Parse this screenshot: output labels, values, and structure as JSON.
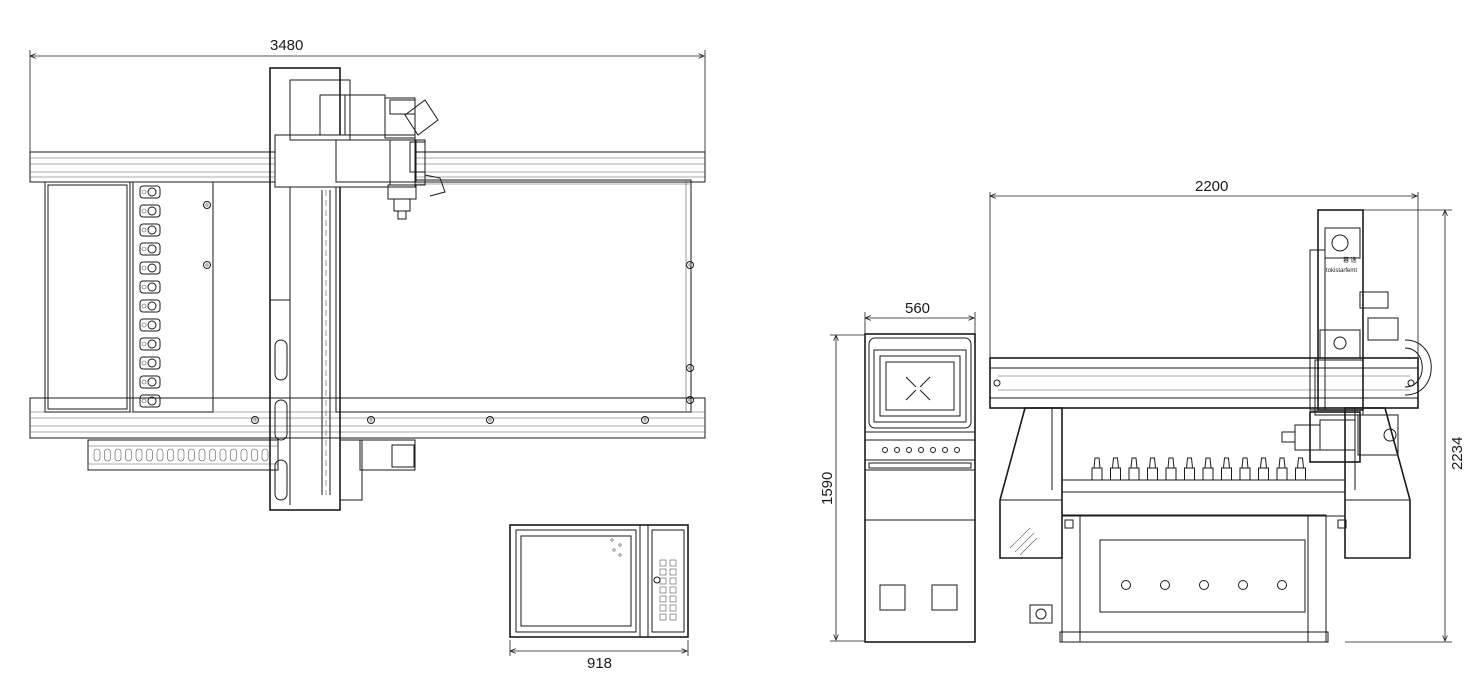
{
  "dimensions": {
    "top_view_length": "3480",
    "control_panel_width": "918",
    "cabinet_width": "560",
    "cabinet_height": "1590",
    "front_view_width": "2200",
    "front_view_height": "2234"
  },
  "labels": {
    "brand_text": "tokistarfemt"
  }
}
